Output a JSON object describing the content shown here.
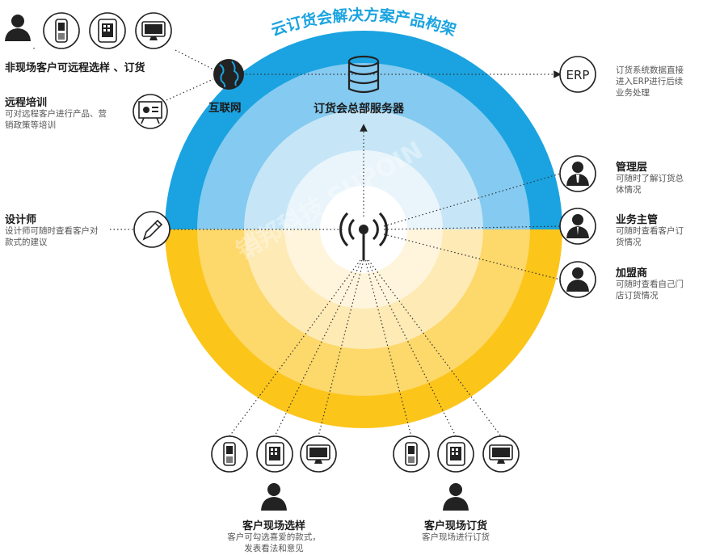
{
  "title": "云订货会解决方案产品构架",
  "center": {
    "internet_label": "互联网",
    "server_label": "订货会总部服务器",
    "erp_label": "ERP",
    "watermark": "销邦科技 SUPOIN"
  },
  "left": {
    "remote_select": {
      "title": "非现场客户可远程选样 、订货"
    },
    "remote_training": {
      "title": "远程培训",
      "desc_line1": "可对远程客户进行产品、营",
      "desc_line2": "销政策等培训"
    },
    "designer": {
      "title": "设计师",
      "desc_line1": "设计师可随时查看客户对",
      "desc_line2": "款式的建议"
    }
  },
  "right": {
    "erp": {
      "desc_line1": "订货系统数据直接",
      "desc_line2": "进入ERP进行后续",
      "desc_line3": "业务处理"
    },
    "management": {
      "title": "管理层",
      "desc_line1": "可随时了解订货总",
      "desc_line2": "体情况"
    },
    "supervisor": {
      "title": "业务主管",
      "desc_line1": "可随时查看客户订",
      "desc_line2": "货情况"
    },
    "franchisee": {
      "title": "加盟商",
      "desc_line1": "可随时查看自己门",
      "desc_line2": "店订货情况"
    }
  },
  "bottom": {
    "select": {
      "title": "客户现场选样",
      "desc_line1": "客户可勾选喜爱的款式，",
      "desc_line2": "发表看法和意见"
    },
    "order": {
      "title": "客户现场订货",
      "desc_line1": "客户现场进行订货"
    }
  },
  "colors": {
    "blue_outer": "#1aa3e0",
    "blue_ring2": "#85caf0",
    "blue_ring3": "#c6e6f7",
    "yellow_outer": "#fcc51a",
    "yellow_ring2": "#fdd86a",
    "yellow_ring3": "#feeab5",
    "title": "#1aa3e0",
    "icon": "#222222"
  }
}
